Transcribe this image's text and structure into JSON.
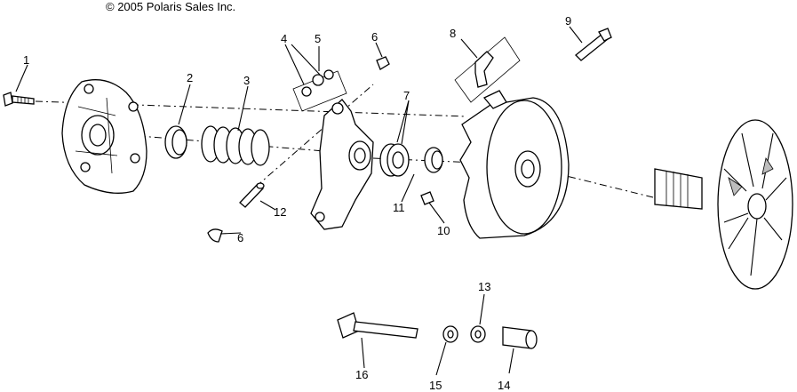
{
  "copyright": "© 2005 Polaris Sales Inc.",
  "callouts": [
    "1",
    "2",
    "3",
    "4",
    "5",
    "6",
    "7",
    "8",
    "9",
    "10",
    "11",
    "12",
    "6",
    "13",
    "14",
    "15",
    "16"
  ]
}
